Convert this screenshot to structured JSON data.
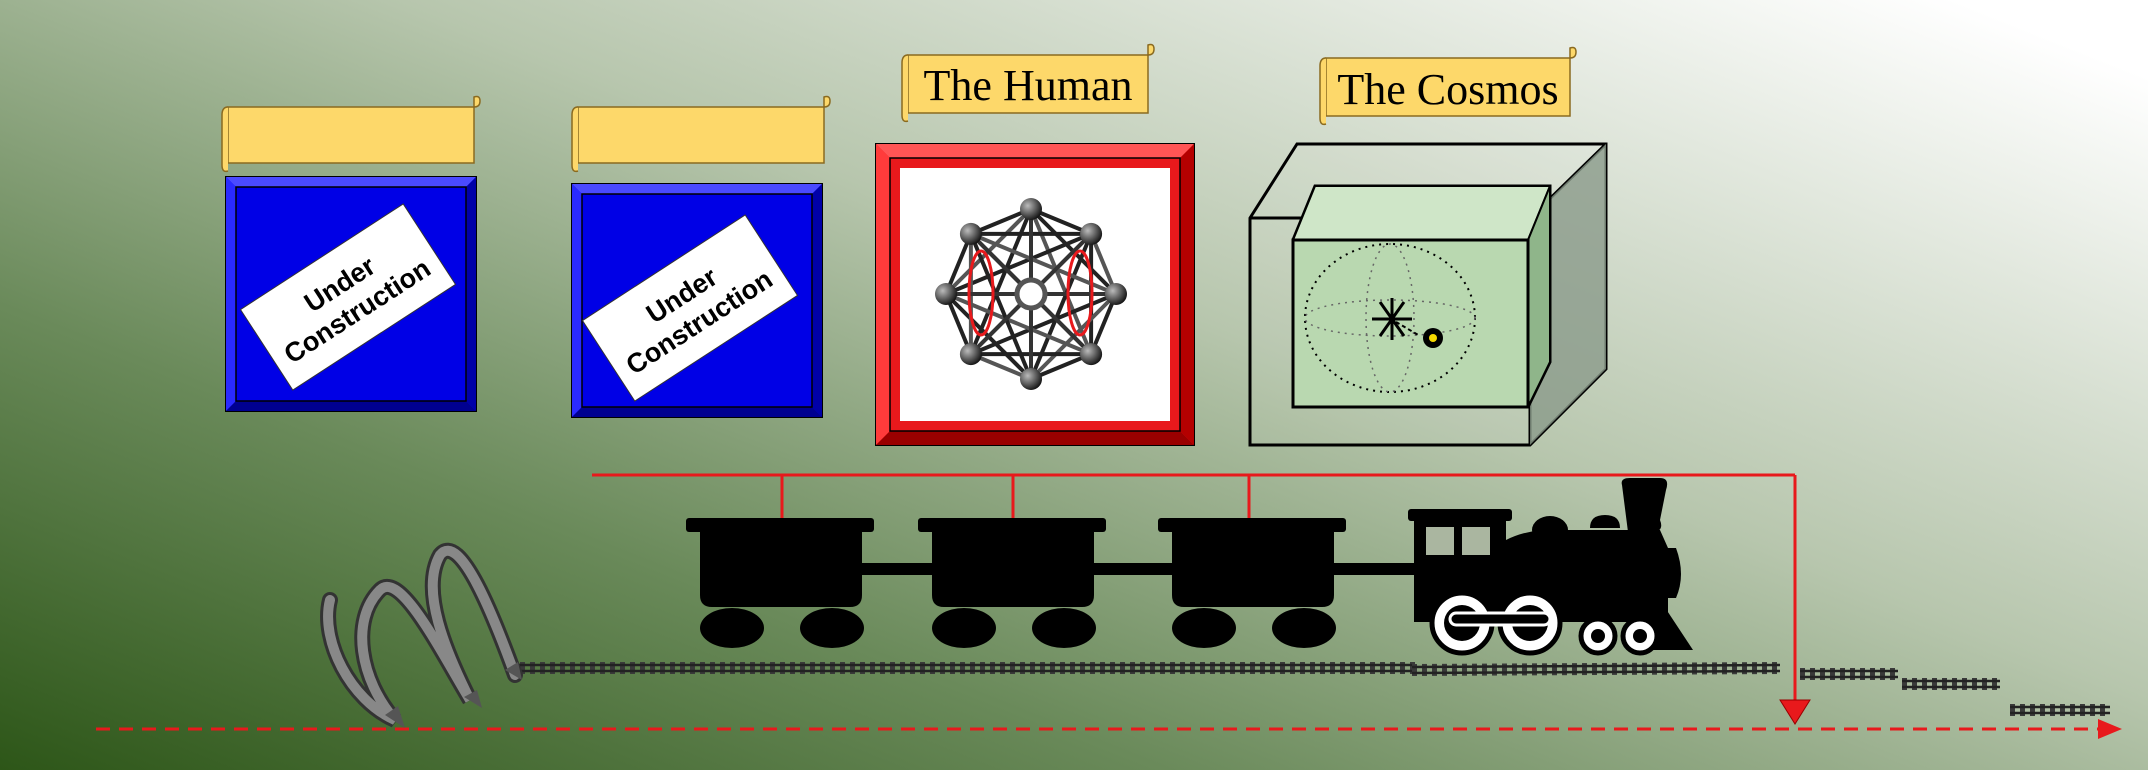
{
  "panels": [
    {
      "title": "",
      "status": "Under Construction",
      "status_lines": [
        "Under",
        "Construction"
      ]
    },
    {
      "title": "",
      "status": "Under Construction",
      "status_lines": [
        "Under",
        "Construction"
      ]
    },
    {
      "title": "The Human",
      "content": "network-graph-icon"
    },
    {
      "title": "The Cosmos",
      "content": "nested-cubes-icon"
    }
  ],
  "train": {
    "cars": 3,
    "icon": "locomotive-icon"
  },
  "colors": {
    "background_left": "#2d5618",
    "background_right": "#ffffff",
    "scroll": "#fdd86a",
    "frame_blue": "#0000e6",
    "frame_red": "#e8191c",
    "cube_green": "#b9d8b0",
    "arrow_red": "#e8191c"
  }
}
